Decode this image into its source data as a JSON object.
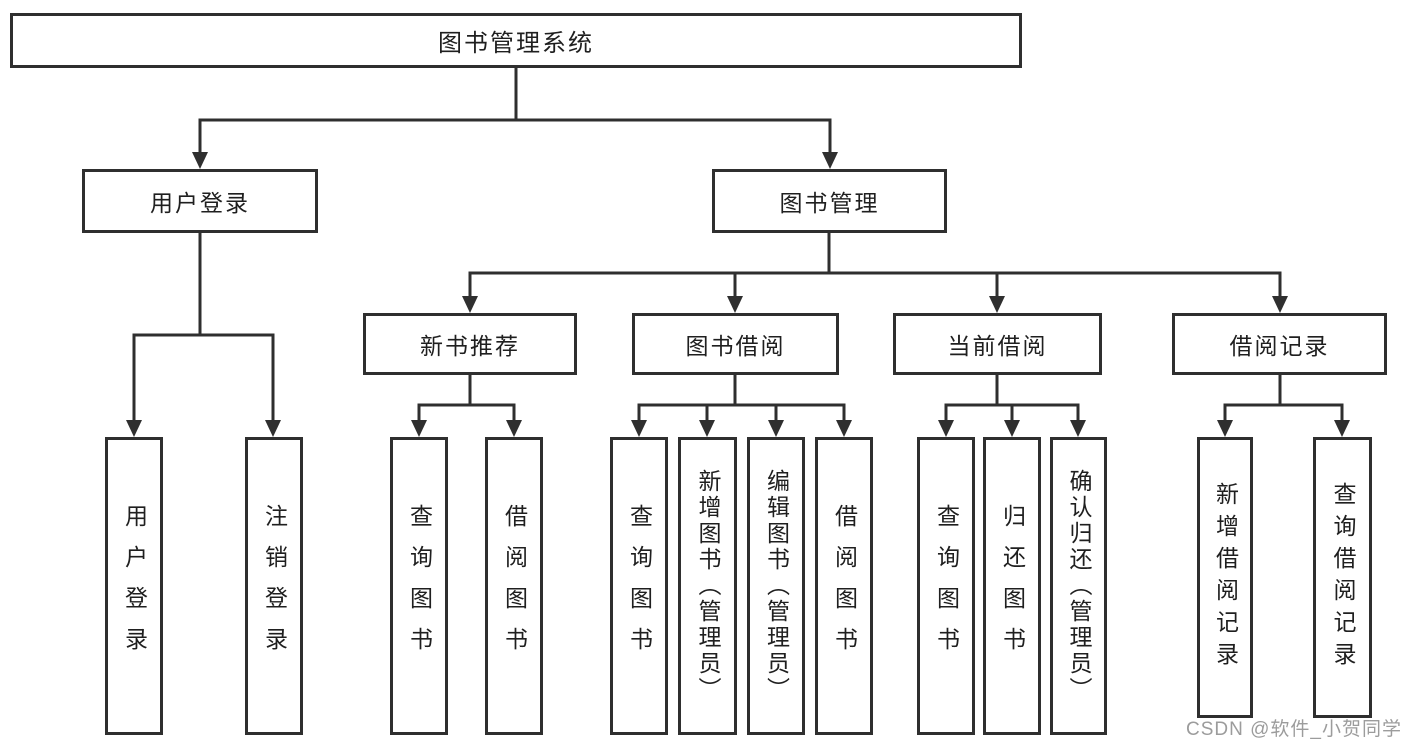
{
  "palette": {
    "line": "#2f2f2f",
    "box_border": "#2f2f2f",
    "box_background": "#ffffff",
    "text": "#1f1f1f",
    "watermark_gray": "#9c9c9c"
  },
  "watermark": {
    "text": "CSDN @软件_小贺同学"
  },
  "tree": {
    "root": {
      "label": "图书管理系统"
    },
    "branches": [
      {
        "label": "用户登录",
        "leaves": [
          {
            "label": "用户登录"
          },
          {
            "label": "注销登录"
          }
        ]
      },
      {
        "label": "图书管理",
        "children": [
          {
            "label": "新书推荐",
            "leaves": [
              {
                "label": "查询图书"
              },
              {
                "label": "借阅图书"
              }
            ]
          },
          {
            "label": "图书借阅",
            "leaves": [
              {
                "label": "查询图书"
              },
              {
                "label": "新增图书（管理员）"
              },
              {
                "label": "编辑图书（管理员）"
              },
              {
                "label": "借阅图书"
              }
            ]
          },
          {
            "label": "当前借阅",
            "leaves": [
              {
                "label": "查询图书"
              },
              {
                "label": "归还图书"
              },
              {
                "label": "确认归还（管理员）"
              }
            ]
          },
          {
            "label": "借阅记录",
            "leaves": [
              {
                "label": "新增借阅记录"
              },
              {
                "label": "查询借阅记录"
              }
            ]
          }
        ]
      }
    ]
  }
}
